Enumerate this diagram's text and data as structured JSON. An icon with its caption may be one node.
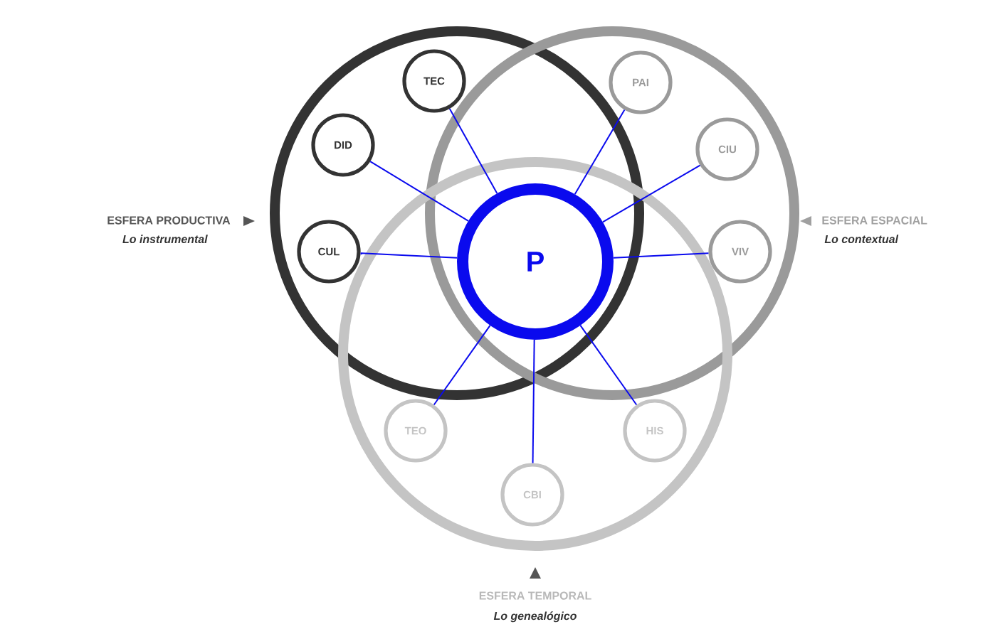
{
  "diagram": {
    "nodes": [
      {
        "text": [
          "ESFERA PRODUCTIVA"
        ]
      },
      {
        "text": [
          "TEC"
        ],
        "in": 0
      },
      {
        "text": [
          "DID"
        ],
        "in": 0
      },
      {
        "text": [
          "CUL"
        ],
        "in": 0
      },
      {
        "text": [
          "ESFERA ESPACIAL"
        ]
      },
      {
        "text": [
          "PAI"
        ],
        "in": 4
      },
      {
        "text": [
          "CIU"
        ],
        "in": 4
      },
      {
        "text": [
          "VIV"
        ],
        "in": 4
      },
      {
        "text": [
          "ESFERA TEMPORAL"
        ]
      },
      {
        "text": [
          "TEO"
        ],
        "in": 8
      },
      {
        "text": [
          "CBI"
        ],
        "in": 8
      },
      {
        "text": [
          "HIS"
        ],
        "in": 8
      },
      {
        "text": [
          "P"
        ]
      }
    ],
    "edges": [
      {
        "from": 12,
        "to": 1,
        "arrow": "none"
      },
      {
        "from": 12,
        "to": 2,
        "arrow": "none"
      },
      {
        "from": 12,
        "to": 3,
        "arrow": "none"
      },
      {
        "from": 12,
        "to": 5,
        "arrow": "none"
      },
      {
        "from": 12,
        "to": 6,
        "arrow": "none"
      },
      {
        "from": 12,
        "to": 7,
        "arrow": "none"
      },
      {
        "from": 12,
        "to": 9,
        "arrow": "none"
      },
      {
        "from": 12,
        "to": 10,
        "arrow": "none"
      },
      {
        "from": 12,
        "to": 11,
        "arrow": "none"
      }
    ],
    "labels": [
      "Lo instrumental",
      "Lo contextual",
      "Lo genealógico"
    ]
  }
}
